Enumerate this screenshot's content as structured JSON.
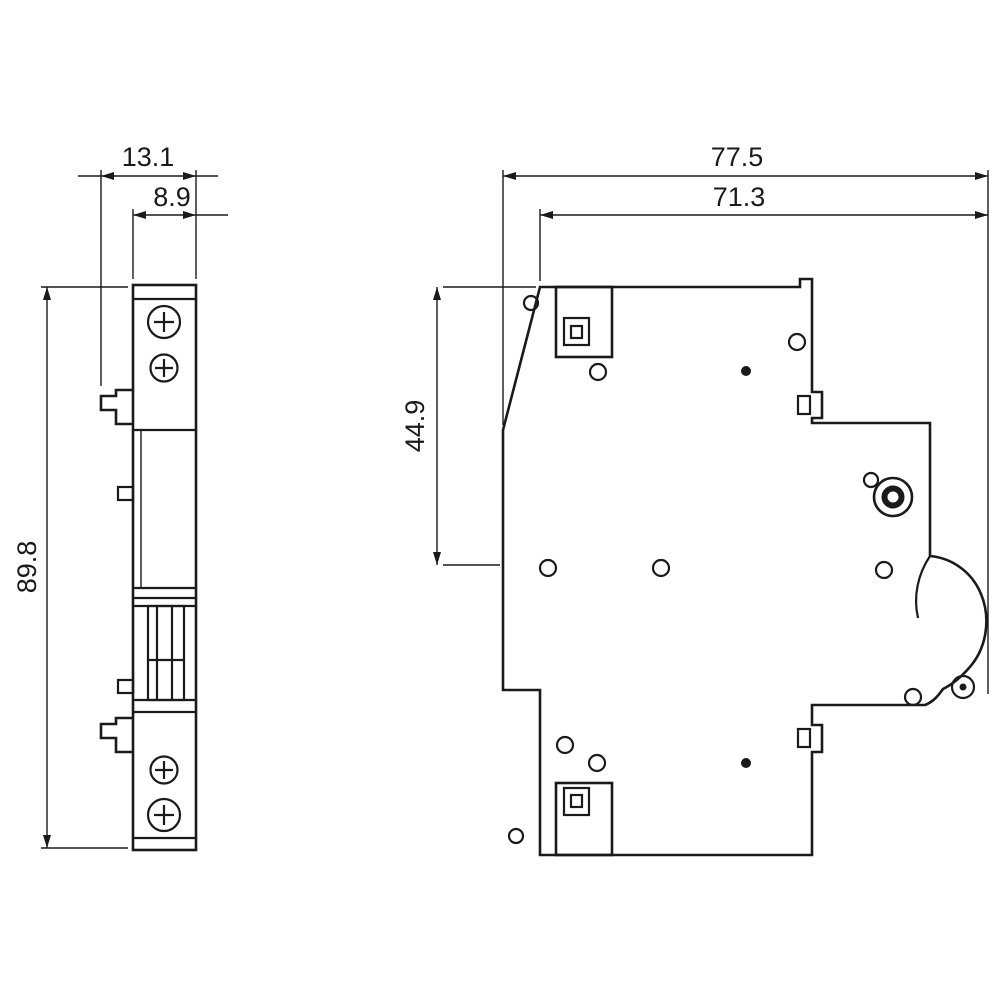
{
  "page": {
    "background": "#ffffff",
    "line_color": "#1a1a1a"
  },
  "drawing": {
    "type": "technical-dimension-drawing",
    "subject": "modular-din-rail-device",
    "views": {
      "front_view": {
        "name": "front-profile-view",
        "dimensions": {
          "overall_depth_mm": "13.1",
          "body_depth_mm": "8.9",
          "height_mm": "89.8"
        }
      },
      "side_view": {
        "name": "side-profile-view",
        "dimensions": {
          "overall_width_mm": "77.5",
          "body_width_mm": "71.3",
          "upper_height_mm": "44.9"
        }
      }
    }
  }
}
